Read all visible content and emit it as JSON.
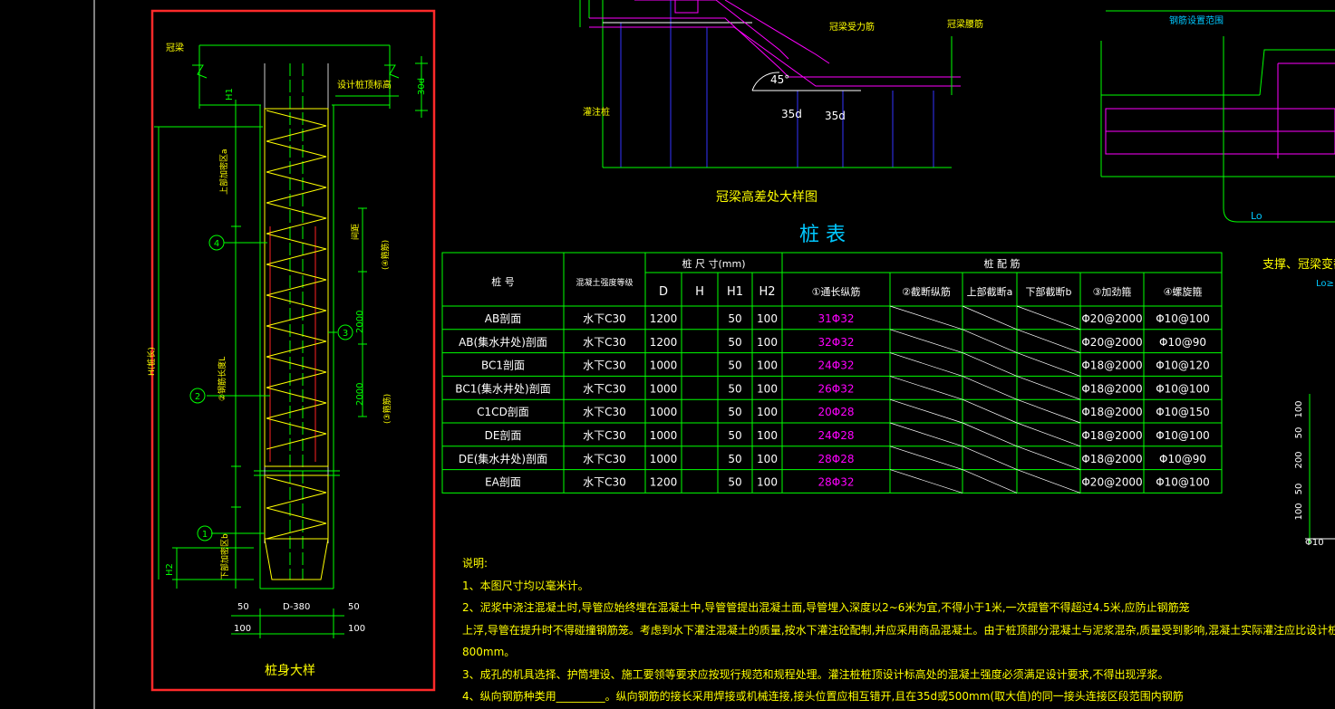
{
  "colors": {
    "bg": "#000000",
    "green": "#00ff00",
    "yellow": "#ffff00",
    "magenta": "#ff00ff",
    "cyan": "#00c8ff",
    "blue": "#3333ff",
    "red": "#ff2222",
    "white": "#ffffff",
    "frame": "#ff2a2a"
  },
  "detail": {
    "title": "桩身大样",
    "label_top_beam": "冠梁",
    "label_top_elev": "设计桩顶标高",
    "label_h1": "H1",
    "label_30d": "30d",
    "label_upper_dense": "上部加密区a",
    "label_rebar2": "②钢筋长度L",
    "label_lower_dense": "下部加密区b",
    "label_h2": "H2",
    "label_h": "H(桩长)",
    "label_2000a": "2000",
    "label_2000b": "2000",
    "label_stirrup4": "(④箍筋)",
    "label_stirrup3": "(③箍筋)",
    "label_spacing": "间距",
    "num_4": "4",
    "num_3": "3",
    "num_2": "2",
    "num_1": "1",
    "dim_50l": "50",
    "dim_d380": "D-380",
    "dim_50r": "50",
    "dim_100l": "100",
    "dim_100r": "100"
  },
  "top_detail": {
    "title": "冠梁高差处大样图",
    "label_main_rebar": "冠梁受力筋",
    "label_waist": "冠梁腰筋",
    "label_pour": "灌注桩",
    "label_45": "45°",
    "label_35d_a": "35d",
    "label_35d_b": "35d"
  },
  "right_detail": {
    "label_range": "钢筋设置范围",
    "label_lo": "Lo",
    "title": "支撑、冠梁变截",
    "label_lo2": "Lo≥",
    "dims": [
      "100",
      "50",
      "200",
      "50",
      "100"
    ],
    "bottom": "Φ10"
  },
  "table": {
    "title": "桩  表",
    "header": {
      "pile_no": "桩  号",
      "concrete": "混凝土强度等级",
      "size": "桩  尺  寸(mm)",
      "rebar": "桩  配  筋",
      "D": "D",
      "H": "H",
      "H1": "H1",
      "H2": "H2",
      "c1": "①通长纵筋",
      "c2": "②截断纵筋",
      "c3": "上部截断a",
      "c4": "下部截断b",
      "c5": "③加劲箍",
      "c6": "④螺旋箍"
    },
    "rows": [
      {
        "no": "AB剖面",
        "conc": "水下C30",
        "D": "1200",
        "H": "",
        "H1": "50",
        "H2": "100",
        "main": "31Φ32",
        "r5": "Φ20@2000",
        "r6": "Φ10@100"
      },
      {
        "no": "AB(集水井处)剖面",
        "conc": "水下C30",
        "D": "1200",
        "H": "",
        "H1": "50",
        "H2": "100",
        "main": "32Φ32",
        "r5": "Φ20@2000",
        "r6": "Φ10@90"
      },
      {
        "no": "BC1剖面",
        "conc": "水下C30",
        "D": "1000",
        "H": "",
        "H1": "50",
        "H2": "100",
        "main": "24Φ32",
        "r5": "Φ18@2000",
        "r6": "Φ10@120"
      },
      {
        "no": "BC1(集水井处)剖面",
        "conc": "水下C30",
        "D": "1000",
        "H": "",
        "H1": "50",
        "H2": "100",
        "main": "26Φ32",
        "r5": "Φ18@2000",
        "r6": "Φ10@100"
      },
      {
        "no": "C1CD剖面",
        "conc": "水下C30",
        "D": "1000",
        "H": "",
        "H1": "50",
        "H2": "100",
        "main": "20Φ28",
        "r5": "Φ18@2000",
        "r6": "Φ10@150"
      },
      {
        "no": "DE剖面",
        "conc": "水下C30",
        "D": "1000",
        "H": "",
        "H1": "50",
        "H2": "100",
        "main": "24Φ28",
        "r5": "Φ18@2000",
        "r6": "Φ10@100"
      },
      {
        "no": "DE(集水井处)剖面",
        "conc": "水下C30",
        "D": "1000",
        "H": "",
        "H1": "50",
        "H2": "100",
        "main": "28Φ28",
        "r5": "Φ18@2000",
        "r6": "Φ10@90"
      },
      {
        "no": "EA剖面",
        "conc": "水下C30",
        "D": "1200",
        "H": "",
        "H1": "50",
        "H2": "100",
        "main": "28Φ32",
        "r5": "Φ20@2000",
        "r6": "Φ10@100"
      }
    ]
  },
  "notes": {
    "title": "说明:",
    "l1": "1、本图尺寸均以毫米计。",
    "l2": "2、泥浆中浇注混凝土时,导管应始终埋在混凝土中,导管管提出混凝土面,导管埋入深度以2~6米为宜,不得小于1米,一次提管不得超过4.5米,应防止钢筋笼",
    "l3": "上浮,导管在提升时不得碰撞钢筋笼。考虑到水下灌注混凝土的质量,按水下灌注砼配制,并应采用商品混凝土。由于桩顶部分混凝土与泥浆混杂,质量受到影响,混凝土实际灌注应比设计桩顶标高高出",
    "l4": "800mm。",
    "l5": "3、成孔的机具选择、护筒埋设、施工要领等要求应按现行规范和规程处理。灌注桩桩顶设计标高处的混凝土强度必须满足设计要求,不得出现浮浆。",
    "l6": "4、纵向钢筋种类用_________。纵向钢筋的接长采用焊接或机械连接,接头位置应相互错开,且在35d或500mm(取大值)的同一接头连接区段范围内钢筋"
  }
}
